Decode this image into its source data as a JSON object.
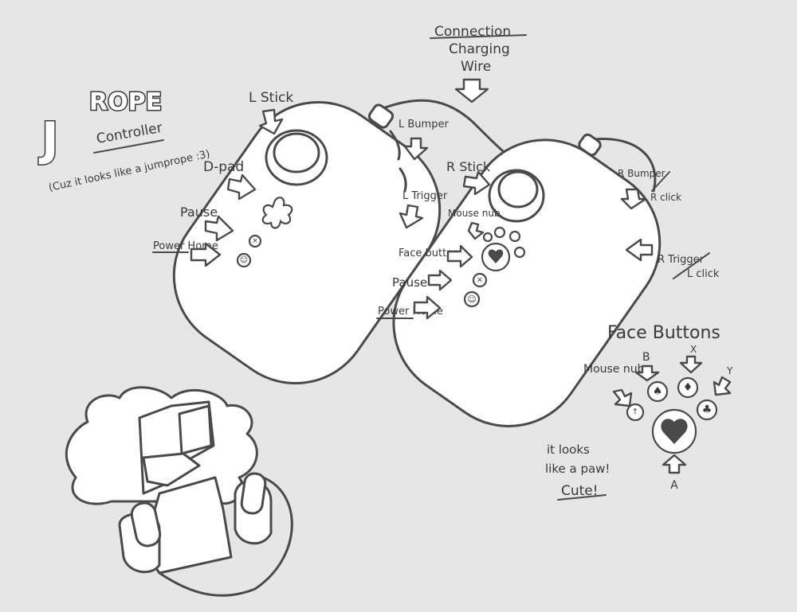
{
  "logo": {
    "big_letter": "J",
    "word": "ROPE"
  },
  "title": {
    "subtitle": "Controller",
    "note": "(Cuz it looks like a jumprope :3)"
  },
  "left_labels": {
    "l_stick": "L Stick",
    "l_bumper": "L Bumper",
    "l_trigger": "L Trigger",
    "dpad": "D-pad",
    "pause": "Pause",
    "power_home": "Power Home"
  },
  "wire_label": {
    "line1": "Connection",
    "line2": "Charging",
    "line3": "Wire"
  },
  "right_labels": {
    "r_stick": "R Stick",
    "mouse_nub": "Mouse nub",
    "face_buttons": "Face buttons",
    "pause": "Pause",
    "power_home": "Power Home",
    "r_bumper": "R Bumper",
    "r_click": "R click",
    "r_trigger": "R Trigger",
    "l_click": "L click"
  },
  "face_legend": {
    "title": "Face Buttons",
    "mouse_nub": "Mouse nub",
    "b": "B",
    "x": "X",
    "y": "Y",
    "a": "A",
    "note1": "it looks",
    "note2": "like a paw!",
    "note3": "Cute!"
  },
  "icons": {
    "dpad": "dpad-icon",
    "heart": "heart-icon",
    "spade": "spade-icon",
    "diamond": "diamond-icon",
    "club": "club-icon"
  },
  "colors": {
    "background": "#e6e6e6",
    "ink": "#4a4a4a",
    "fill": "#ffffff"
  }
}
